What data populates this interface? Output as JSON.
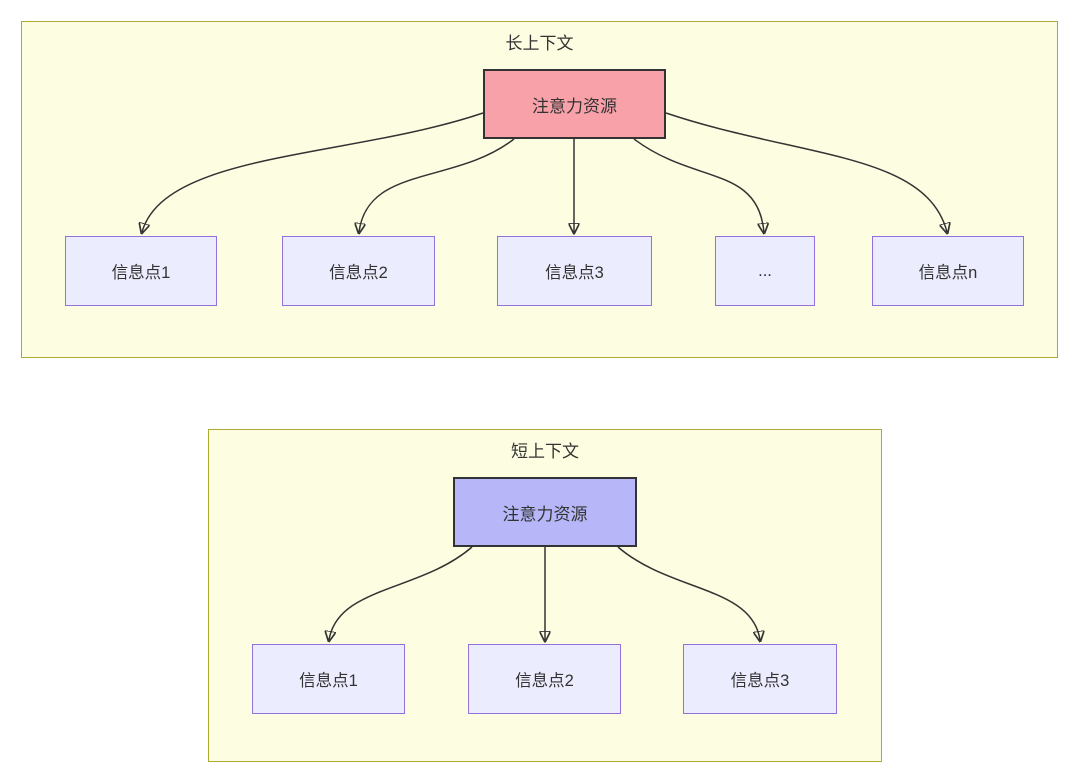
{
  "diagram": {
    "long_context": {
      "title": "长上下文",
      "attention_label": "注意力资源",
      "nodes": [
        "信息点1",
        "信息点2",
        "信息点3",
        "...",
        "信息点n"
      ]
    },
    "short_context": {
      "title": "短上下文",
      "attention_label": "注意力资源",
      "nodes": [
        "信息点1",
        "信息点2",
        "信息点3"
      ]
    },
    "colors": {
      "container_fill": "#fdfde1",
      "container_border": "#abab32",
      "attention_long_fill": "#f9a1a9",
      "attention_short_fill": "#b6b6f8",
      "attention_border": "#333333",
      "node_fill": "#ececff",
      "node_border": "#9370db",
      "arrow": "#333333",
      "text": "#333333"
    }
  }
}
